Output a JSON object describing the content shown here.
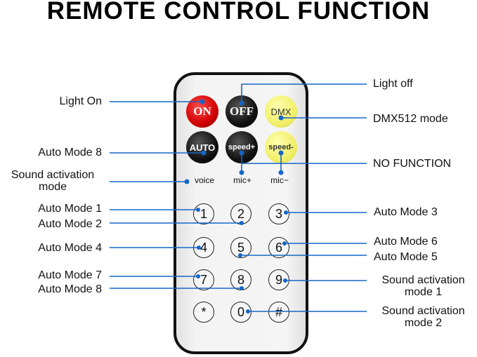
{
  "title": "REMOTE CONTROL FUNCTION",
  "colors": {
    "line": "#1466c8",
    "remote_border": "#111111",
    "on_button": "#d00000",
    "yellow_button": "#f2ef6a"
  },
  "buttons": {
    "on": "ON",
    "off": "OFF",
    "dmx": "DMX",
    "auto": "AUTO",
    "speed_plus": "speed+",
    "speed_minus": "speed-",
    "voice": "voice",
    "mic_plus": "mic+",
    "mic_minus": "mic−",
    "keys": [
      "1",
      "2",
      "3",
      "4",
      "5",
      "6",
      "7",
      "8",
      "9",
      "*",
      "0",
      "#"
    ]
  },
  "labels": {
    "light_on": "Light On",
    "light_off": "Light off",
    "dmx512": "DMX512 mode",
    "auto_mode_8_top": "Auto Mode 8",
    "no_function": "NO FUNCTION",
    "sound_activation_line1": "Sound activation",
    "sound_activation_line2": "mode",
    "auto_mode_1": "Auto Mode 1",
    "auto_mode_2": "Auto Mode 2",
    "auto_mode_3": "Auto Mode 3",
    "auto_mode_4": "Auto Mode 4",
    "auto_mode_5": "Auto Mode 5",
    "auto_mode_6": "Auto Mode 6",
    "auto_mode_7": "Auto Mode 7",
    "auto_mode_8": "Auto Mode 8",
    "sound_mode_1_line1": "Sound activation",
    "sound_mode_1_line2": "mode 1",
    "sound_mode_2_line1": "Sound activation",
    "sound_mode_2_line2": "mode 2"
  }
}
